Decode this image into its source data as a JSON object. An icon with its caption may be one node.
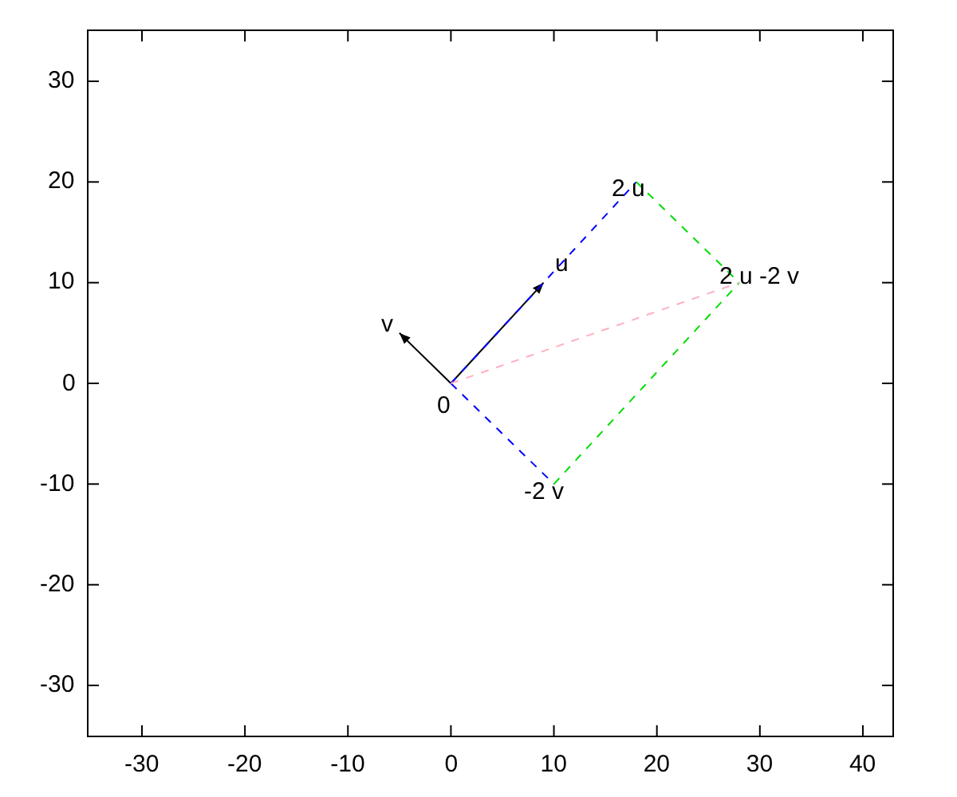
{
  "diagram": {
    "nodes": [
      {
        "text": [
          "0"
        ]
      },
      {
        "text": [
          "u"
        ]
      },
      {
        "text": [
          "v"
        ]
      },
      {
        "text": [
          "2 u"
        ]
      },
      {
        "text": [
          "-2 v"
        ]
      },
      {
        "text": [
          "2 u -2 v"
        ]
      }
    ],
    "edges": [
      {
        "from": 0,
        "to": 1,
        "arrow": "to"
      },
      {
        "from": 0,
        "to": 2,
        "arrow": "to"
      },
      {
        "from": 0,
        "to": 3,
        "arrow": "none",
        "style": "dashed",
        "color": "#0000ff"
      },
      {
        "from": 0,
        "to": 4,
        "arrow": "none",
        "style": "dashed",
        "color": "#0000ff"
      },
      {
        "from": 3,
        "to": 5,
        "arrow": "none",
        "style": "dashed",
        "color": "#00dd00"
      },
      {
        "from": 4,
        "to": 5,
        "arrow": "none",
        "style": "dashed",
        "color": "#00dd00"
      },
      {
        "from": 0,
        "to": 5,
        "arrow": "none",
        "style": "dashed",
        "color": "#ffb0c0"
      }
    ],
    "labels": [
      "30",
      "20",
      "10",
      "0",
      "-10",
      "-20",
      "-30",
      "-30",
      "-20",
      "-10",
      "0",
      "10",
      "20",
      "30",
      "40"
    ]
  }
}
